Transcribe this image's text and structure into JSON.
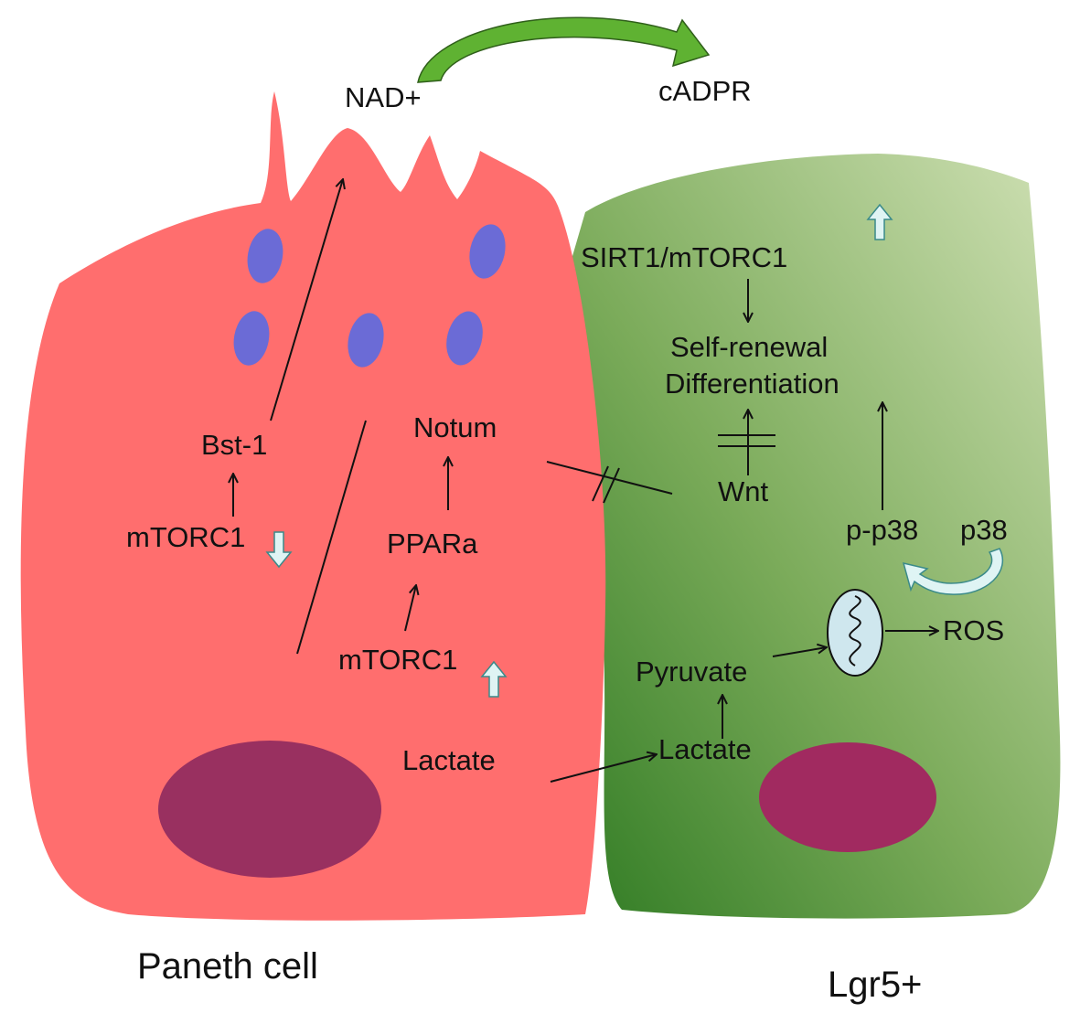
{
  "cells": {
    "paneth": {
      "caption": "Paneth cell",
      "color": "#ff6e6e",
      "nucleus_color": "#993060",
      "granule_color": "#6b6bd6"
    },
    "lgr5": {
      "caption": "Lgr5+",
      "color_light": "#cfe0b4",
      "color_dark": "#2e7a22",
      "nucleus_color": "#a12a60"
    }
  },
  "labels": {
    "nad": "NAD+",
    "cadpr": "cADPR",
    "bst1": "Bst-1",
    "mtorc1_down": "mTORC1",
    "notum": "Notum",
    "ppara": "PPARa",
    "mtorc1_up": "mTORC1",
    "lactate_paneth": "Lactate",
    "sirt1": "SIRT1/mTORC1",
    "self_renewal": "Self-renewal",
    "differentiation": "Differentiation",
    "wnt": "Wnt",
    "pp38": "p-p38",
    "p38": "p38",
    "ros": "ROS",
    "pyruvate": "Pyruvate",
    "lactate_lgr5": "Lactate"
  },
  "icons": {
    "up_arrow": "up-arrow-icon",
    "down_arrow": "down-arrow-icon",
    "mitochondrion": "mitochondrion-icon",
    "conversion_arrow": "curved-arrow-icon"
  },
  "colors": {
    "line": "#111111",
    "hint_arrow_fill": "#dff4f4",
    "hint_arrow_stroke": "#3a8a8a",
    "curve_arrow_fill": "#5fb232",
    "mito_fill": "#cfe7ee"
  }
}
